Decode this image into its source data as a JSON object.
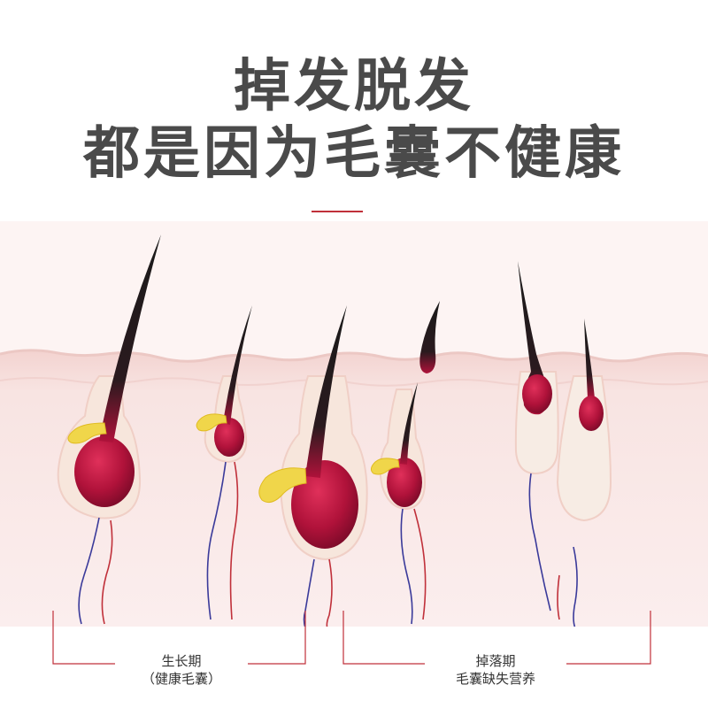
{
  "title": {
    "line1": "掉发脱发",
    "line2": "都是因为毛囊不健康"
  },
  "labels": {
    "growth": {
      "line1": "生长期",
      "line2": "（健康毛囊）"
    },
    "shedding": {
      "line1": "掉落期",
      "line2": "毛囊缺失营养"
    }
  },
  "colors": {
    "title": "#4a4a4a",
    "accent": "#c0303a",
    "skin_top": "#f2d6d3",
    "skin_body": "#f6dada",
    "follicle": "#f7e6dc",
    "bulb": "#b0123a",
    "hair": "#222222",
    "sebum": "#f0d64a",
    "nerve_red": "#c0303a",
    "nerve_blue": "#3a3a9a"
  }
}
